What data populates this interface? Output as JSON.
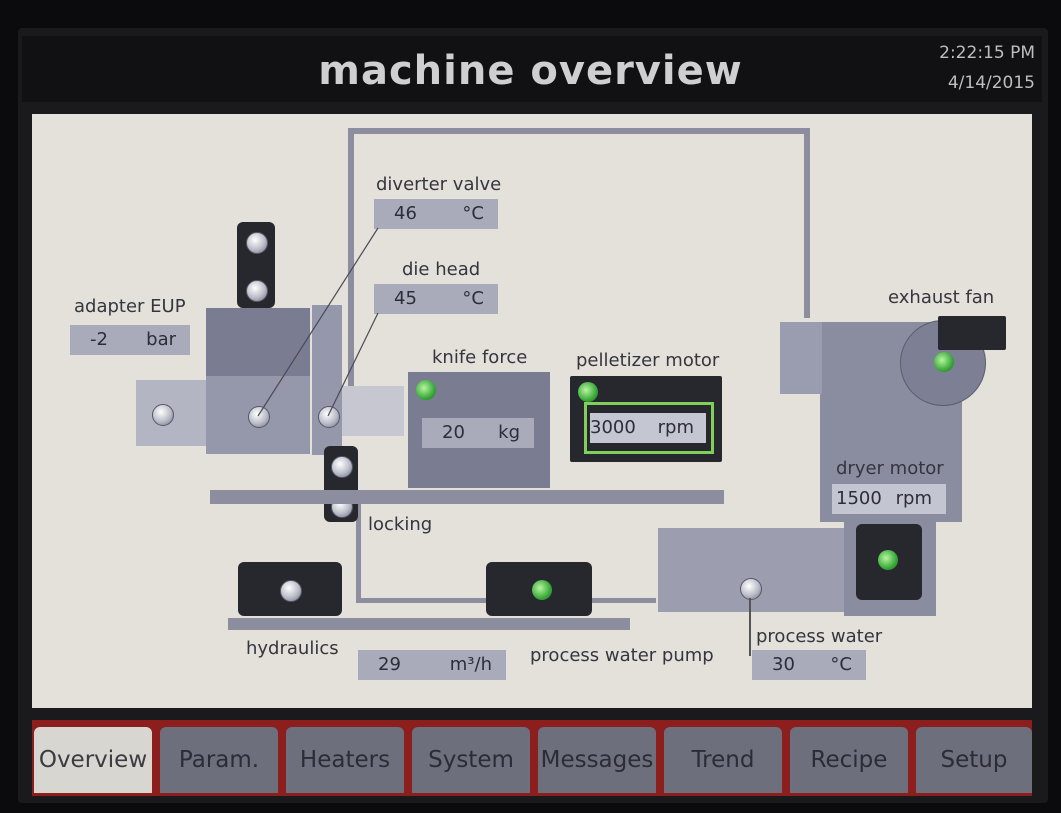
{
  "header": {
    "title": "machine overview",
    "time": "2:22:15 PM",
    "date": "4/14/2015"
  },
  "diverter_valve": {
    "label": "diverter valve",
    "value": "46",
    "unit": "°C"
  },
  "die_head": {
    "label": "die head",
    "value": "45",
    "unit": "°C"
  },
  "adapter": {
    "label": "adapter EUP",
    "value": "-2",
    "unit": "bar"
  },
  "knife_force": {
    "label": "knife force",
    "value": "20",
    "unit": "kg"
  },
  "pelletizer": {
    "label": "pelletizer motor",
    "value": "3000",
    "unit": "rpm"
  },
  "exhaust_fan": {
    "label": "exhaust fan"
  },
  "dryer_motor": {
    "label": "dryer motor",
    "value": "1500",
    "unit": "rpm"
  },
  "locking": {
    "label": "locking"
  },
  "hydraulics": {
    "label": "hydraulics",
    "value": "29",
    "unit": "m³/h"
  },
  "process_water_pump": {
    "label": "process water pump"
  },
  "process_water": {
    "label": "process water",
    "value": "30",
    "unit": "°C"
  },
  "tabs": [
    {
      "label": "Overview",
      "active": true
    },
    {
      "label": "Param."
    },
    {
      "label": "Heaters"
    },
    {
      "label": "System"
    },
    {
      "label": "Messages"
    },
    {
      "label": "Trend"
    },
    {
      "label": "Recipe"
    },
    {
      "label": "Setup"
    }
  ],
  "colors": {
    "panel": "#e3e1da",
    "tab_bar": "#8c1e1e",
    "indicator_on": "#3aa93a",
    "machine": "#7a7c92"
  }
}
